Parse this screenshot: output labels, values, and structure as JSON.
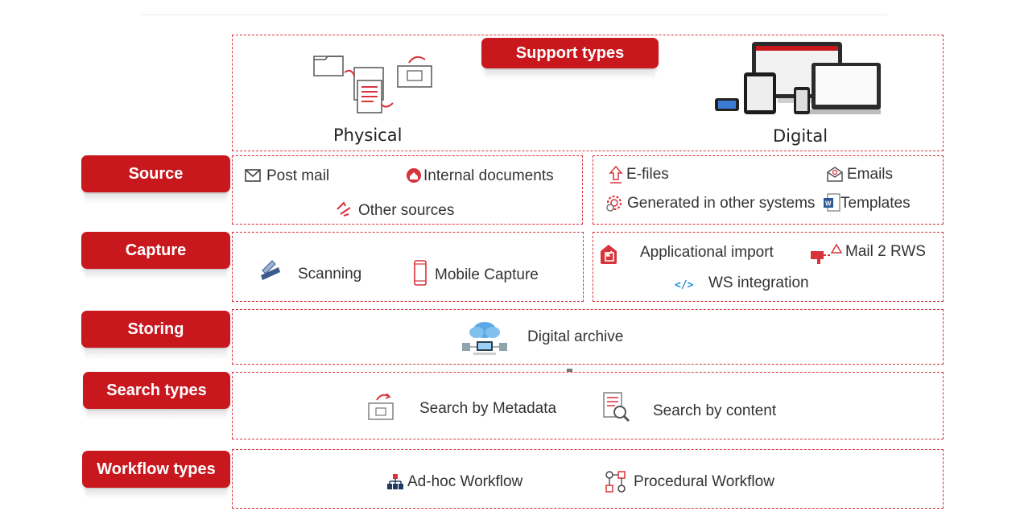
{
  "support": {
    "label": "Support types",
    "physical": "Physical",
    "digital": "Digital"
  },
  "rows": {
    "source": {
      "label": "Source",
      "physical": {
        "post_mail": "Post mail",
        "internal_documents": "Internal documents",
        "other_sources": "Other sources"
      },
      "digital": {
        "e_files": "E-files",
        "emails": "Emails",
        "generated": "Generated in other systems",
        "templates": "Templates"
      }
    },
    "capture": {
      "label": "Capture",
      "physical": {
        "scanning": "Scanning",
        "mobile_capture": "Mobile Capture"
      },
      "digital": {
        "app_import": "Applicational import",
        "mail2rws": "Mail 2 RWS",
        "ws_integration": "WS integration"
      }
    },
    "storing": {
      "label": "Storing",
      "digital_archive": "Digital archive"
    },
    "search": {
      "label": "Search types",
      "by_metadata": "Search by Metadata",
      "by_content": "Search by content"
    },
    "workflow": {
      "label": "Workflow types",
      "adhoc": "Ad-hoc Workflow",
      "procedural": "Procedural Workflow"
    }
  },
  "icons": {
    "physical_docs": "physical-documents-icon",
    "digital_devices": "digital-devices-icon",
    "post_mail": "envelope-icon",
    "internal_documents": "home-circle-icon",
    "other_sources": "arrows-icon",
    "e_files": "upload-file-icon",
    "emails": "email-icon",
    "generated": "gear-search-icon",
    "templates": "word-document-icon",
    "scanning": "scanner-icon",
    "mobile_capture": "smartphone-icon",
    "app_import": "import-icon",
    "mail2rws": "mail-import-icon",
    "ws_integration": "code-icon",
    "digital_archive": "cloud-archive-icon",
    "search_metadata": "folder-search-icon",
    "search_content": "document-search-icon",
    "adhoc": "org-chart-icon",
    "procedural": "flow-icon"
  },
  "colors": {
    "accent": "#c8181e",
    "border": "#d8333a",
    "text": "#333333",
    "code": "#1a8fd6"
  }
}
